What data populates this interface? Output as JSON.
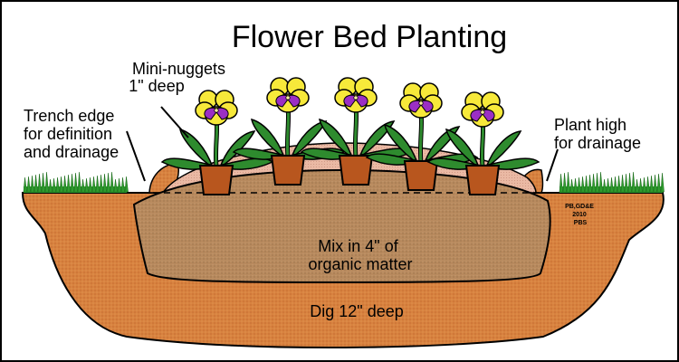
{
  "title": "Flower Bed Planting",
  "labels": {
    "mini_nuggets": [
      "Mini-nuggets",
      "1\" deep"
    ],
    "trench_edge": [
      "Trench edge",
      "for definition",
      "and drainage"
    ],
    "plant_high": [
      "Plant high",
      "for drainage"
    ],
    "mix_in": [
      "Mix in 4\" of",
      "organic matter"
    ],
    "dig": "Dig 12\" deep"
  },
  "credit": [
    "PB,GD&E",
    "2010",
    "PBS"
  ],
  "flowers": [
    {
      "name": "pansy-1"
    },
    {
      "name": "pansy-2"
    },
    {
      "name": "pansy-3"
    },
    {
      "name": "pansy-4"
    },
    {
      "name": "pansy-5"
    }
  ],
  "colors": {
    "soil": "#d8823f",
    "organic_mix": "#b88a5e",
    "mulch": "#eab9a4",
    "pot": "#b8561e",
    "grass": "#2f9e2f",
    "leaf": "#2e8b2e",
    "petal": "#f7e93a",
    "petal_center": "#9b2fc4"
  }
}
